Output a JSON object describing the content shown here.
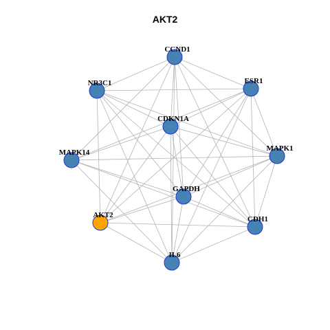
{
  "title": "AKT2",
  "colors": {
    "node_default": "#4682b4",
    "node_highlight": "#ffa500",
    "node_border": "#1f35d0",
    "edge": "#b3b3b3"
  },
  "nodes": [
    {
      "id": "CCND1",
      "label": "CCND1",
      "highlight": false
    },
    {
      "id": "ESR1",
      "label": "ESR1",
      "highlight": false
    },
    {
      "id": "NR3C1",
      "label": "NR3C1",
      "highlight": false
    },
    {
      "id": "CDKN1A",
      "label": "CDKN1A",
      "highlight": false
    },
    {
      "id": "MAPK14",
      "label": "MAPK14",
      "highlight": false
    },
    {
      "id": "MAPK1",
      "label": "MAPK1",
      "highlight": false
    },
    {
      "id": "GAPDH",
      "label": "GAPDH",
      "highlight": false
    },
    {
      "id": "AKT2",
      "label": "AKT2",
      "highlight": true
    },
    {
      "id": "CDH1",
      "label": "CDH1",
      "highlight": false
    },
    {
      "id": "IL6",
      "label": "IL6",
      "highlight": false
    }
  ],
  "edges": [
    [
      "CCND1",
      "ESR1"
    ],
    [
      "CCND1",
      "NR3C1"
    ],
    [
      "CCND1",
      "CDKN1A"
    ],
    [
      "CCND1",
      "MAPK14"
    ],
    [
      "CCND1",
      "MAPK1"
    ],
    [
      "CCND1",
      "GAPDH"
    ],
    [
      "CCND1",
      "AKT2"
    ],
    [
      "CCND1",
      "CDH1"
    ],
    [
      "CCND1",
      "IL6"
    ],
    [
      "ESR1",
      "NR3C1"
    ],
    [
      "ESR1",
      "CDKN1A"
    ],
    [
      "ESR1",
      "MAPK14"
    ],
    [
      "ESR1",
      "MAPK1"
    ],
    [
      "ESR1",
      "GAPDH"
    ],
    [
      "ESR1",
      "AKT2"
    ],
    [
      "ESR1",
      "CDH1"
    ],
    [
      "ESR1",
      "IL6"
    ],
    [
      "NR3C1",
      "CDKN1A"
    ],
    [
      "NR3C1",
      "MAPK1"
    ],
    [
      "NR3C1",
      "GAPDH"
    ],
    [
      "NR3C1",
      "AKT2"
    ],
    [
      "NR3C1",
      "CDH1"
    ],
    [
      "NR3C1",
      "IL6"
    ],
    [
      "CDKN1A",
      "MAPK14"
    ],
    [
      "CDKN1A",
      "MAPK1"
    ],
    [
      "CDKN1A",
      "GAPDH"
    ],
    [
      "CDKN1A",
      "AKT2"
    ],
    [
      "CDKN1A",
      "CDH1"
    ],
    [
      "CDKN1A",
      "IL6"
    ],
    [
      "MAPK14",
      "MAPK1"
    ],
    [
      "MAPK14",
      "GAPDH"
    ],
    [
      "MAPK14",
      "CDH1"
    ],
    [
      "MAPK14",
      "IL6"
    ],
    [
      "MAPK1",
      "GAPDH"
    ],
    [
      "MAPK1",
      "AKT2"
    ],
    [
      "MAPK1",
      "CDH1"
    ],
    [
      "MAPK1",
      "IL6"
    ],
    [
      "GAPDH",
      "AKT2"
    ],
    [
      "GAPDH",
      "CDH1"
    ],
    [
      "GAPDH",
      "IL6"
    ],
    [
      "AKT2",
      "CDH1"
    ],
    [
      "AKT2",
      "IL6"
    ],
    [
      "CDH1",
      "IL6"
    ]
  ]
}
